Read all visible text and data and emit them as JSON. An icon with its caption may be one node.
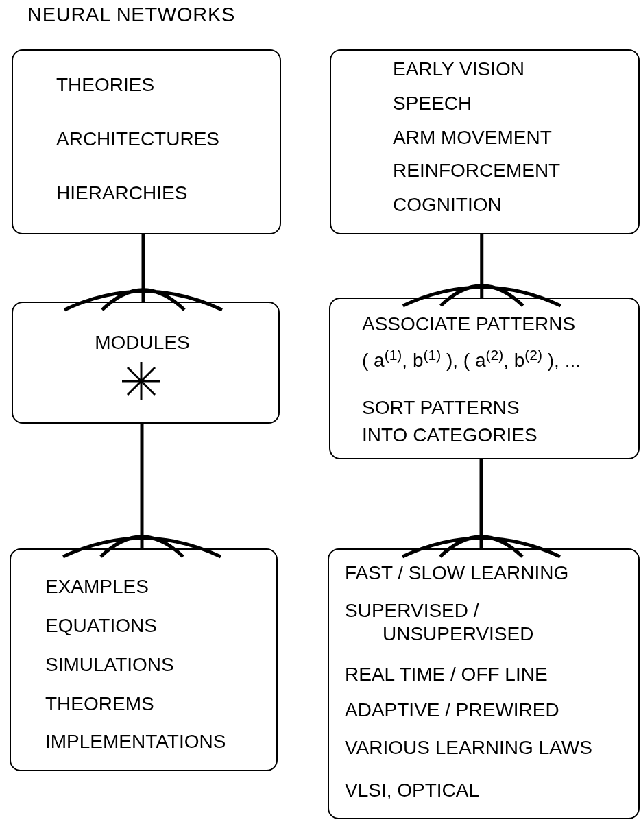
{
  "diagram": {
    "title": "NEURAL NETWORKS",
    "nodes": [
      {
        "text": [
          "THEORIES",
          "ARCHITECTURES",
          "HIERARCHIES"
        ]
      },
      {
        "text": [
          "MODULES"
        ]
      },
      {
        "text": [
          "EXAMPLES",
          "EQUATIONS",
          "SIMULATIONS",
          "THEOREMS",
          "IMPLEMENTATIONS"
        ]
      },
      {
        "text": [
          "EARLY VISION",
          "SPEECH",
          "ARM MOVEMENT",
          "REINFORCEMENT",
          "COGNITION"
        ]
      },
      {
        "text": [
          "ASSOCIATE PATTERNS",
          "( a$^{(1)}$, b$^{(1)}$ ), ( a$^{(2)}$, b$^{(2)}$ ), ...",
          "SORT PATTERNS INTO CATEGORIES"
        ]
      },
      {
        "text": [
          "FAST / SLOW LEARNING",
          "SUPERVISED / UNSUPERVISED",
          "REAL TIME / OFF LINE",
          "ADAPTIVE / PREWIRED",
          "VARIOUS LEARNING LAWS",
          "VLSI, OPTICAL"
        ]
      }
    ],
    "edges": [
      {
        "from": 0,
        "to": 1,
        "arrow": "other"
      },
      {
        "from": 1,
        "to": 2,
        "arrow": "other"
      },
      {
        "from": 3,
        "to": 4,
        "arrow": "other"
      },
      {
        "from": 4,
        "to": 5,
        "arrow": "other"
      }
    ]
  }
}
